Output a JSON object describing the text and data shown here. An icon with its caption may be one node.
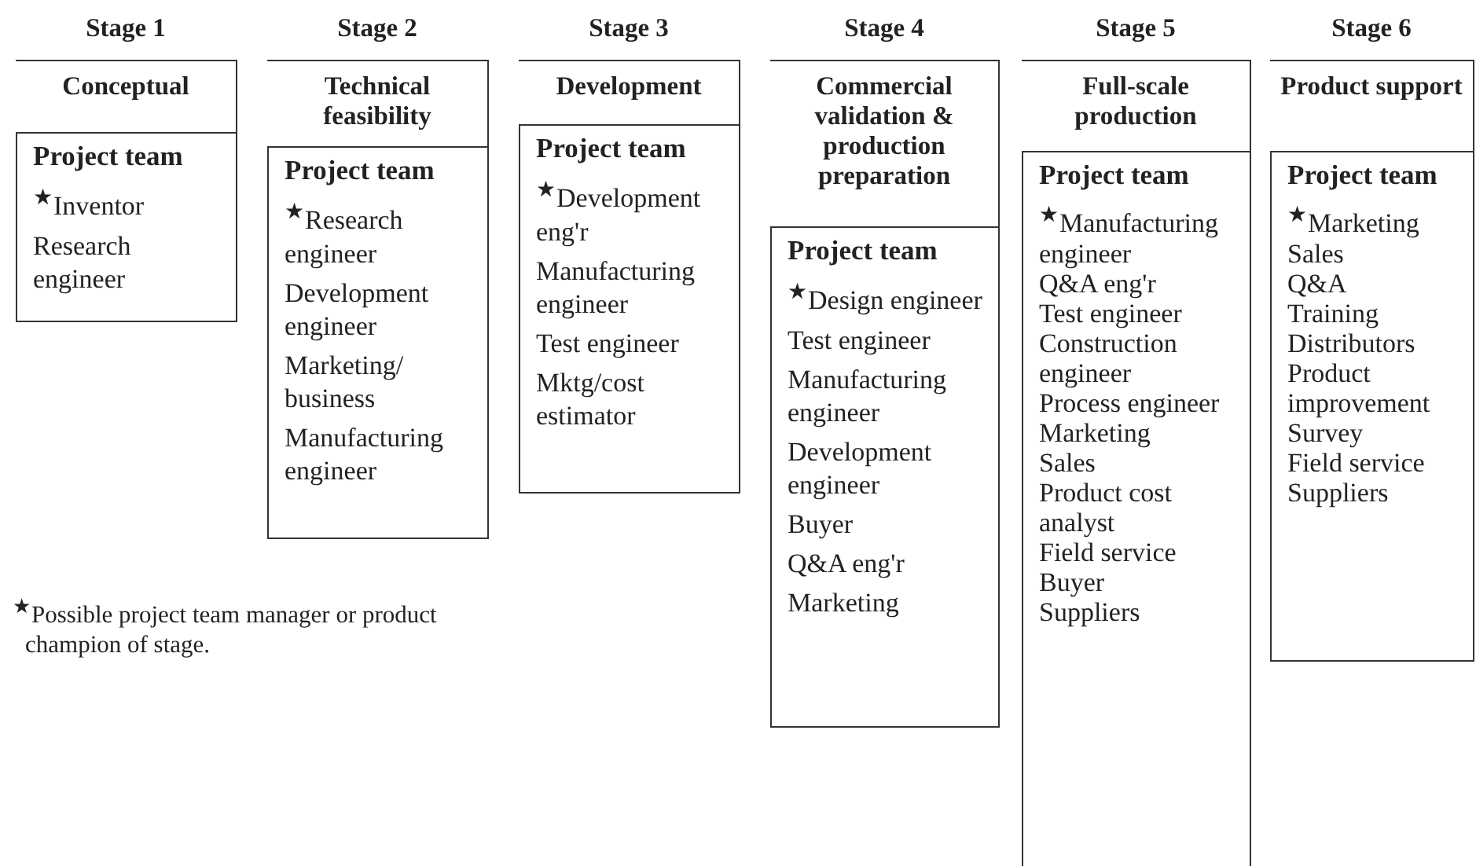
{
  "diagram": {
    "nodes": [
      {
        "text": [
          "Stage 1",
          "Conceptual"
        ]
      },
      {
        "text": [
          "Project team",
          "$^{★}$Inventor",
          "Research engineer"
        ]
      },
      {
        "text": [
          "Stage 2",
          "Technical feasibility"
        ]
      },
      {
        "text": [
          "Project team",
          "$^{★}$Research engineer",
          "Development engineer",
          "Marketing/ business",
          "Manufacturing engineer"
        ]
      },
      {
        "text": [
          "Stage 3",
          "Development"
        ]
      },
      {
        "text": [
          "Project team",
          "$^{★}$Development eng'r",
          "Manufacturing engineer",
          "Test engineer",
          "Mktg/cost estimator"
        ]
      },
      {
        "text": [
          "Stage 4",
          "Commercial validation & production preparation"
        ]
      },
      {
        "text": [
          "Project team",
          "$^{★}$Design engineer",
          "Test engineer",
          "Manufacturing engineer",
          "Development engineer",
          "Buyer",
          "Q&A eng'r",
          "Marketing"
        ]
      },
      {
        "text": [
          "Stage 5",
          "Full-scale production"
        ]
      },
      {
        "text": [
          "Project team",
          "$^{★}$Manufacturing engineer",
          "Q&A eng'r",
          "Test engineer",
          "Construction engineer",
          "Process engineer",
          "Marketing",
          "Sales",
          "Product cost analyst",
          "Field service",
          "Buyer",
          "Suppliers"
        ]
      },
      {
        "text": [
          "Stage 6",
          "Product support"
        ]
      },
      {
        "text": [
          "Project team",
          "$^{★}$Marketing",
          "Sales",
          "Q&A",
          "Training",
          "Distributors",
          "Product improvement",
          "Survey",
          "Field service",
          "Suppliers"
        ]
      }
    ],
    "labels": [
      "$^{★}$Possible project team manager or product champion of stage."
    ]
  }
}
